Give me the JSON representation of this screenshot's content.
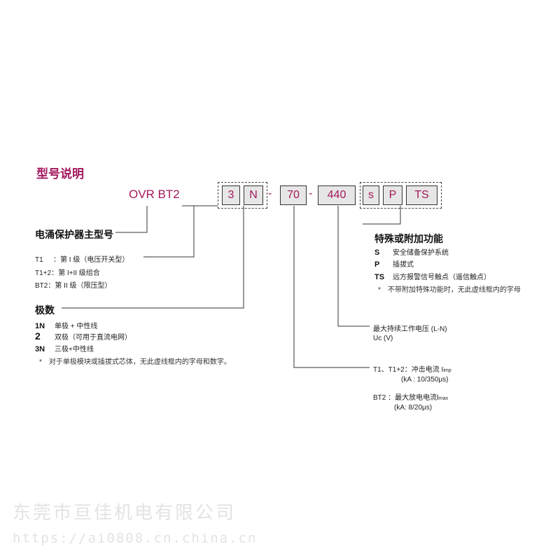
{
  "colors": {
    "accent": "#a3185c",
    "box_fill": "#e6e6e6",
    "line": "#333333",
    "watermark": "#e3e3e3"
  },
  "title": "型号说明",
  "model": {
    "prefix": "OVR BT2",
    "boxes": [
      "3",
      "N",
      "70",
      "440",
      "s",
      "P",
      "TS"
    ],
    "dashes": [
      "-",
      "-",
      "-"
    ]
  },
  "main_model": {
    "title": "电涌保护器主型号",
    "items": [
      {
        "code": "T1",
        "desc": "：第 I 级（电压开关型）"
      },
      {
        "code": "T1+2",
        "desc": "：第 I+II 级组合"
      },
      {
        "code": "BT2",
        "desc": "：第 II 级（限压型）"
      }
    ]
  },
  "poles": {
    "title": "极数",
    "items": [
      {
        "code": "1N",
        "desc": "单极 + 中性线"
      },
      {
        "code": "2",
        "desc": "双极（可用于直流电网）"
      },
      {
        "code": "3N",
        "desc": "三极+中性线"
      }
    ],
    "note": "*　对于单极模块或插拔式芯体，无此虚线框内的字母和数字。"
  },
  "special": {
    "title": "特殊或附加功能",
    "items": [
      {
        "code": "S",
        "desc": "安全储备保护系统"
      },
      {
        "code": "P",
        "desc": "插拔式"
      },
      {
        "code": "TS",
        "desc": "远方报警信号触点（遥信触点）"
      }
    ],
    "note": "*　不带附加特殊功能时，无此虚线框内的字母"
  },
  "voltage": {
    "line1": "最大持续工作电压 (L-N)",
    "line2": "Uc (V)"
  },
  "current": {
    "t_prefix": "T1、T1+2：冲击电流 I",
    "t_sub": "imp",
    "t_unit": "(kA : 10/350μs)",
    "bt_prefix": "BT2 ：最大放电电流I",
    "bt_sub": "max",
    "bt_unit": "(kA: 8/20μs)"
  },
  "watermark": {
    "company": "东莞市亘佳机电有限公司",
    "url": "https://ai0808.cn.china.cn"
  }
}
